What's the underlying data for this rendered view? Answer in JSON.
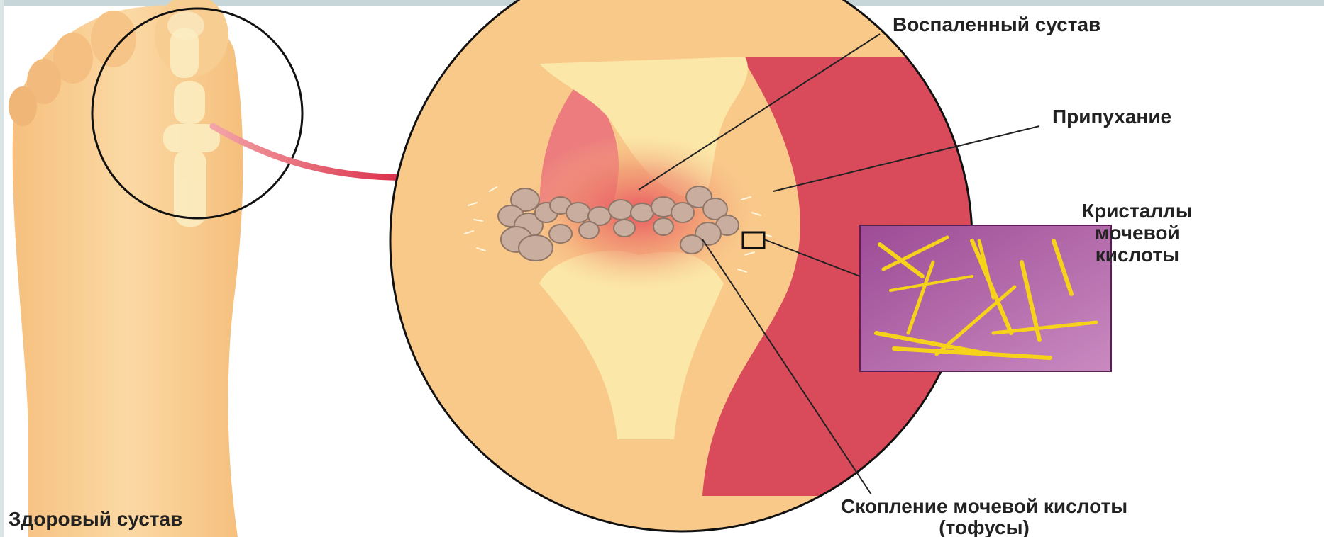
{
  "labels": {
    "inflamed_joint": "Воспаленный сустав",
    "swelling": "Припухание",
    "crystals": [
      "Кристаллы",
      "мочевой",
      "кислоты"
    ],
    "tophi": [
      "Скопление мочевой кислоты",
      "(тофусы)"
    ],
    "healthy_joint": "Здоровый сустав"
  },
  "colors": {
    "skin": "#f9c98a",
    "bone": "#fbe7a8",
    "inflammation": "#dc4255",
    "tophi": "#c9ad9f",
    "crystal_background": "#a25a9e",
    "crystal_needle": "#f7d21a",
    "arrow": "#d81f3c"
  },
  "icons": {
    "arrow": "pointer-arrow-icon",
    "detail_box": "crystal-detail-icon"
  }
}
